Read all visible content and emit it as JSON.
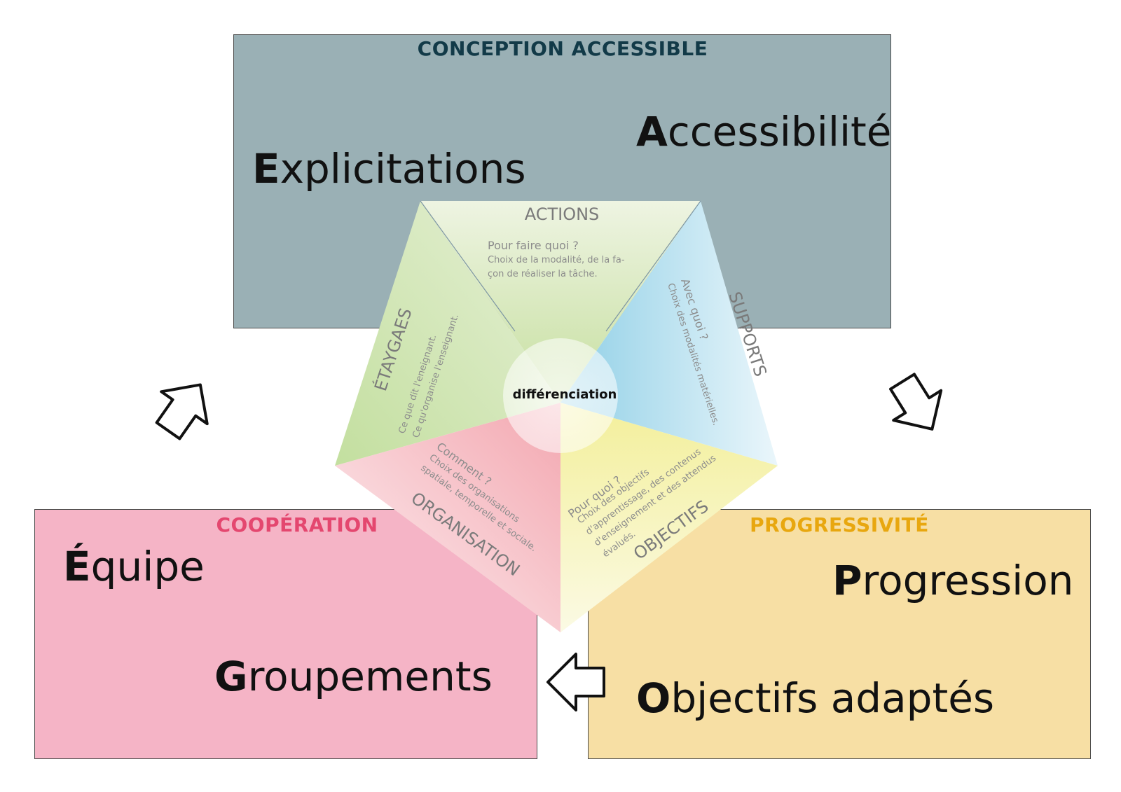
{
  "domains": {
    "conception": {
      "label": "CONCEPTION ACCESSIBLE",
      "color": "#123a48",
      "fill": "#9ab0b5"
    },
    "cooperation": {
      "label": "COOPÉRATION",
      "color": "#e4476f",
      "fill": "#f5b4c6"
    },
    "progressivite": {
      "label": "PROGRESSIVITÉ",
      "color": "#e8a70f",
      "fill": "#f7dfa4"
    }
  },
  "terms": {
    "explicitations": {
      "initial": "E",
      "rest": "xplicitations"
    },
    "accessibilite": {
      "initial": "A",
      "rest": "ccessibilité"
    },
    "equipe": {
      "initial": "É",
      "rest": "quipe"
    },
    "groupements": {
      "initial": "G",
      "rest": "roupements"
    },
    "progression": {
      "initial": "P",
      "rest": "rogression"
    },
    "objectifs_adaptes": {
      "initial": "O",
      "rest": "bjectifs adaptés"
    }
  },
  "pentagon": {
    "center": {
      "label": "différenciation"
    },
    "sectors": {
      "actions": {
        "title": "ACTIONS",
        "question": "Pour faire quoi ?",
        "lines": [
          "Choix de la modalité, de la fa-",
          "çon de réaliser la tâche."
        ],
        "color": "#cfe3b8"
      },
      "supports": {
        "title": "SUPPORTS",
        "question": "Avec quoi ?",
        "lines": [
          "Choix des modalités matérielles."
        ],
        "color": "#a7d8ea"
      },
      "objectifs": {
        "title": "OBJECTIFS",
        "question": "Pour quoi ?",
        "lines": [
          "Choix des objectifs",
          "d'apprentissage, des contenus",
          "d'enseignement et des attendus",
          "évalués."
        ],
        "color": "#f5f0a8"
      },
      "organisation": {
        "title": "ORGANISATION",
        "question": "Comment ?",
        "lines": [
          "Choix des organisations",
          "spatiale, temporelle et sociale."
        ],
        "color": "#f6c1c8"
      },
      "etayages": {
        "title": "ÉTAYGAES",
        "question": "",
        "lines": [
          "Ce que dit l'eneignant.",
          "Ce qu'organise l'enseignant."
        ],
        "color": "#c9e2ad"
      }
    }
  },
  "arrows": [
    "up-right-arrow",
    "down-right-arrow",
    "left-arrow"
  ]
}
